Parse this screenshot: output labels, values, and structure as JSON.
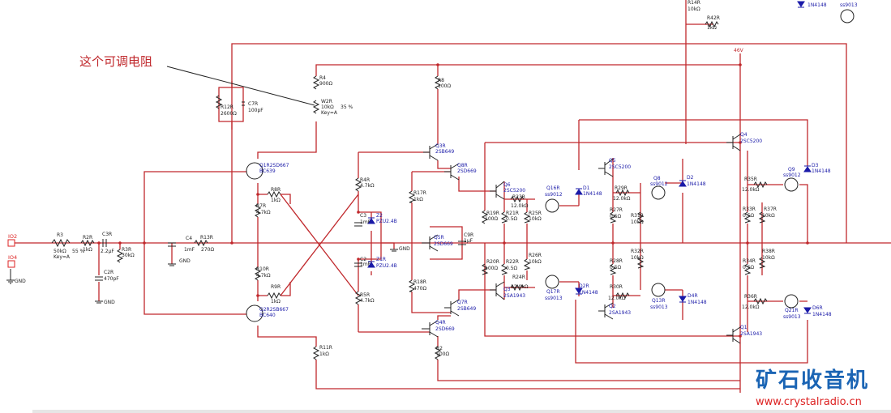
{
  "annotation": {
    "note": "这个可调电阻"
  },
  "watermark": {
    "logo": "矿石收音机",
    "url": "www.crystalradio.cn"
  },
  "ports": {
    "in": "IO2",
    "in2": "IO4"
  },
  "nets": {
    "gnd": "GND",
    "vplus": "46V"
  },
  "labels": {
    "R3": "R3",
    "R3v": "50kΩ",
    "R3k": "Key=A",
    "R3p": "55 %",
    "R2R": "R2R",
    "R2Rv": "1kΩ",
    "C3R": "C3R",
    "C3Rv": "2.2µF",
    "R3R": "R3R",
    "R3Rv": "30kΩ",
    "C2R": "C2R",
    "C2Rv": "470pF",
    "C4": "C4",
    "C4v": "1mF",
    "R13R": "R13R",
    "R13Rv": "270Ω",
    "R12R": "R12R",
    "R12Rv": "2600Ω",
    "C7R": "C7R",
    "C7Rv": "100pF",
    "R4": "R4",
    "R4v": "900Ω",
    "W2R": "W2R",
    "W2Rv": "10kΩ",
    "W2Rk": "Key=A",
    "W2Rp": "35 %",
    "Q1R": "Q1R2SD667",
    "Q1Rv": "BC639",
    "Q2R": "Q2R2SB667",
    "Q2Rv": "BC640",
    "R8R": "R8R",
    "R8Rv": "1kΩ",
    "R7R": "R7R",
    "R7Rv": "4.7kΩ",
    "R10R": "R10R",
    "R10Rv": "4.7kΩ",
    "R9R": "R9R",
    "R9Rv": "1kΩ",
    "R11R": "R11R",
    "R11Rv": "1kΩ",
    "R4R": "R4R",
    "R4Rv": "4.7kΩ",
    "R5R": "R5R",
    "R5Rv": "4.7kΩ",
    "C3": "C3",
    "C3v": "1mF",
    "C2": "C2",
    "C2v": "1mF",
    "Z2": "Z2",
    "Z2v": "PZU2.4B",
    "Z1R": "Z1R",
    "Z1Rv": "PZU2.4B",
    "R8": "R8",
    "R8v": "100Ω",
    "Q3R": "Q3R",
    "Q3Rv": "2SB649",
    "Q8R": "Q8R",
    "Q8Rv": "2SD669",
    "R17R": "R17R",
    "R17Rv": "1kΩ",
    "Q5R": "Q5R",
    "Q5Rv": "2SD669",
    "C9R": "C9R",
    "C9Rv": "1µF",
    "R18R": "R18R",
    "R18Rv": "470Ω",
    "Q7R": "Q7R",
    "Q7Rv": "2SB649",
    "Q4R": "Q4R",
    "Q4Rv": "2SD669",
    "R2": "R2",
    "R2v": "100Ω",
    "Q6": "Q6",
    "Q6v": "2SC5200",
    "Q16R": "Q16R",
    "Q16Rv": "ss9012",
    "D1": "D1",
    "D1v": "1N4148",
    "Q5": "Q5",
    "Q5v": "2SC5200",
    "R29R": "R29R",
    "R29Rv": "12.0kΩ",
    "Q8": "Q8",
    "Q8v": "ss9012",
    "D2": "D2",
    "D2v": "1N4148",
    "Q4": "Q4",
    "Q4v": "2SC5200",
    "R35R": "R35R",
    "R35Rv": "12.0kΩ",
    "Q9": "Q9",
    "Q9v": "ss9012",
    "D3": "D3",
    "D3v": "1N4148",
    "R19R": "R19R",
    "R19Rv": "100Ω",
    "R21R": "R21R",
    "R21Rv": "0.5Ω",
    "R23R": "R23R",
    "R23Rv": "12.0kΩ",
    "R25R": "R25R",
    "R25Rv": "10kΩ",
    "R27R": "R27R",
    "R27Rv": "0.5Ω",
    "R31R": "R31R",
    "R31Rv": "10kΩ",
    "R33R": "R33R",
    "R33Rv": "0.5Ω",
    "R37R": "R37R",
    "R37Rv": "10kΩ",
    "R20R": "R20R",
    "R20Rv": "100Ω",
    "R22R": "R22R",
    "R22Rv": "0.5Ω",
    "R26R": "R26R",
    "R26Rv": "10kΩ",
    "R24R": "R24R",
    "R24Rv": "12.0kΩ",
    "R28R": "R28R",
    "R28Rv": "0.5Ω",
    "R32R": "R32R",
    "R32Rv": "10kΩ",
    "R30R": "R30R",
    "R30Rv": "12.0kΩ",
    "R34R": "R34R",
    "R34Rv": "0.5Ω",
    "R38R": "R38R",
    "R38Rv": "10kΩ",
    "R36R": "R36R",
    "R36Rv": "12.0kΩ",
    "Q3": "Q3",
    "Q3v": "2SA1943",
    "Q17R": "Q17R",
    "Q17Rv": "ss9013",
    "D2R": "D2R",
    "D2Rv": "1N4148",
    "Q2": "Q2",
    "Q2v": "2SA1943",
    "Q13R": "Q13R",
    "Q13Rv": "ss9013",
    "D4R": "D4R",
    "D4Rv": "1N4148",
    "Q1": "Q1",
    "Q1v": "2SA1943",
    "Q21R": "Q21R",
    "Q21Rv": "ss9013",
    "D6R": "D6R",
    "D6Rv": "1N4148",
    "R14R": "R14R",
    "R14Rv": "10kΩ",
    "R42R": "R42R",
    "R42Rv": "1kΩ",
    "Dtop": "1N4148",
    "Qtop": "ss9013"
  }
}
